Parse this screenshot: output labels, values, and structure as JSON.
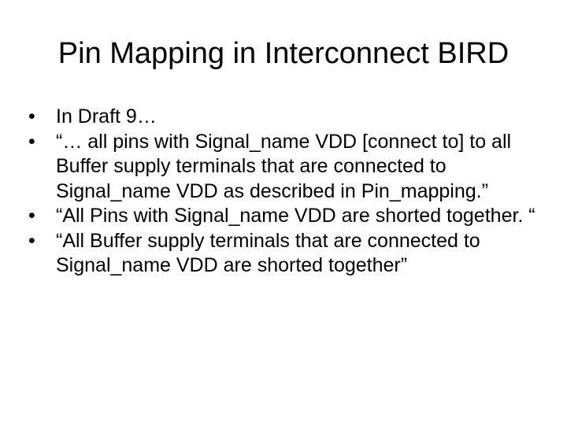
{
  "slide": {
    "title": "Pin Mapping in Interconnect BIRD",
    "bullet_symbol": "•",
    "bullets": [
      {
        "text": "In Draft 9…"
      },
      {
        "text": "“… all pins with Signal_name VDD [connect to] to all Buffer supply terminals that are connected to Signal_name VDD as described in Pin_mapping.”"
      },
      {
        "text": "“All Pins with Signal_name VDD are shorted together. “"
      },
      {
        "text": "“All Buffer supply terminals that are connected to Signal_name VDD are shorted together”"
      }
    ]
  }
}
